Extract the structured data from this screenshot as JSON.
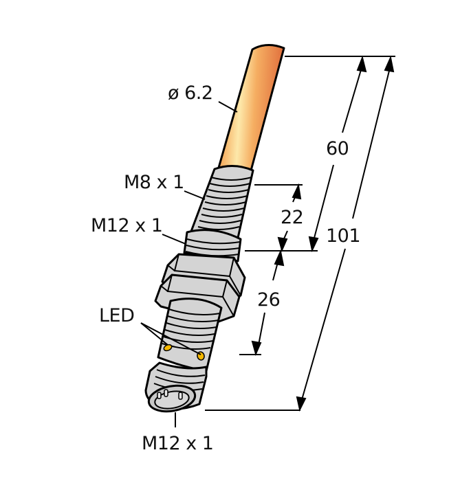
{
  "diagram": {
    "type": "sensor-dimension-drawing",
    "colors": {
      "cable_dark": "#e0703a",
      "cable_mid": "#f3a85a",
      "cable_light": "#fde7a8",
      "metal": "#d4d4d4",
      "outline": "#000000",
      "led": "#f5b800"
    },
    "labels": {
      "cable_diameter": "ø 6.2",
      "thread_small": "M8 x 1",
      "thread_large": "M12 x 1",
      "led": "LED",
      "connector_thread": "M12 x 1"
    },
    "dimensions": {
      "d60": "60",
      "d22": "22",
      "d101": "101",
      "d26": "26"
    }
  }
}
